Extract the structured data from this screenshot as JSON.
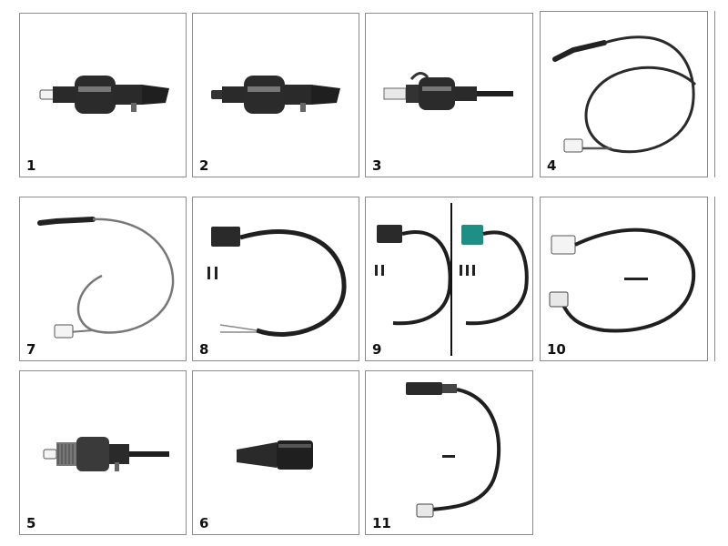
{
  "catalog": {
    "items": [
      {
        "number": "1",
        "icon": "switch-white-plunger-icon"
      },
      {
        "number": "2",
        "icon": "switch-black-plunger-icon"
      },
      {
        "number": "3",
        "icon": "switch-long-shaft-icon"
      },
      {
        "number": "4",
        "icon": "probe-cable-icon"
      },
      {
        "number": "7",
        "icon": "probe-cable-icon"
      },
      {
        "number": "8",
        "icon": "cable-black-connector-icon"
      },
      {
        "number": "9",
        "icon": "cable-pair-connectors-icon"
      },
      {
        "number": "10",
        "icon": "cable-white-plug-icon"
      },
      {
        "number": "5",
        "icon": "threaded-switch-icon"
      },
      {
        "number": "6",
        "icon": "cap-icon"
      },
      {
        "number": "11",
        "icon": "short-cable-tab-icon"
      }
    ],
    "colors": {
      "frame": "#8c8c8c",
      "part": "#2a2a2a",
      "accent_teal": "#1f8f86"
    }
  }
}
